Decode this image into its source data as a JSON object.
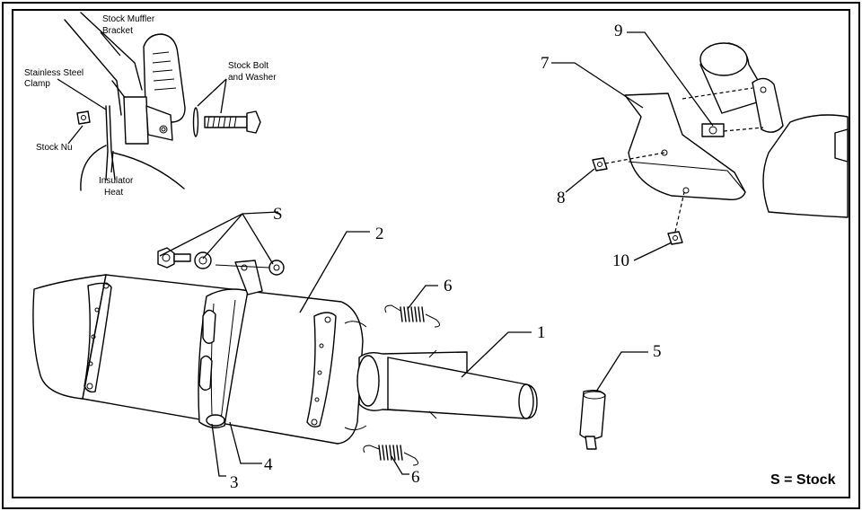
{
  "callouts": {
    "stock_muffler_bracket": [
      "Stock Muffler",
      "Bracket"
    ],
    "stainless_steel_clamp": [
      "Stainless Steel",
      "Clamp"
    ],
    "stock_bolt_washer": [
      "Stock Bolt",
      "and Washer"
    ],
    "stock_nut": "Stock Nu",
    "insulator_heat": [
      "Insulator",
      "Heat"
    ]
  },
  "part_numbers": {
    "p1": "1",
    "p2": "2",
    "p3": "3",
    "p4": "4",
    "p5": "5",
    "p6a": "6",
    "p6b": "6",
    "p7": "7",
    "p8": "8",
    "p9": "9",
    "p10": "10",
    "s": "S"
  },
  "legend": "S = Stock"
}
